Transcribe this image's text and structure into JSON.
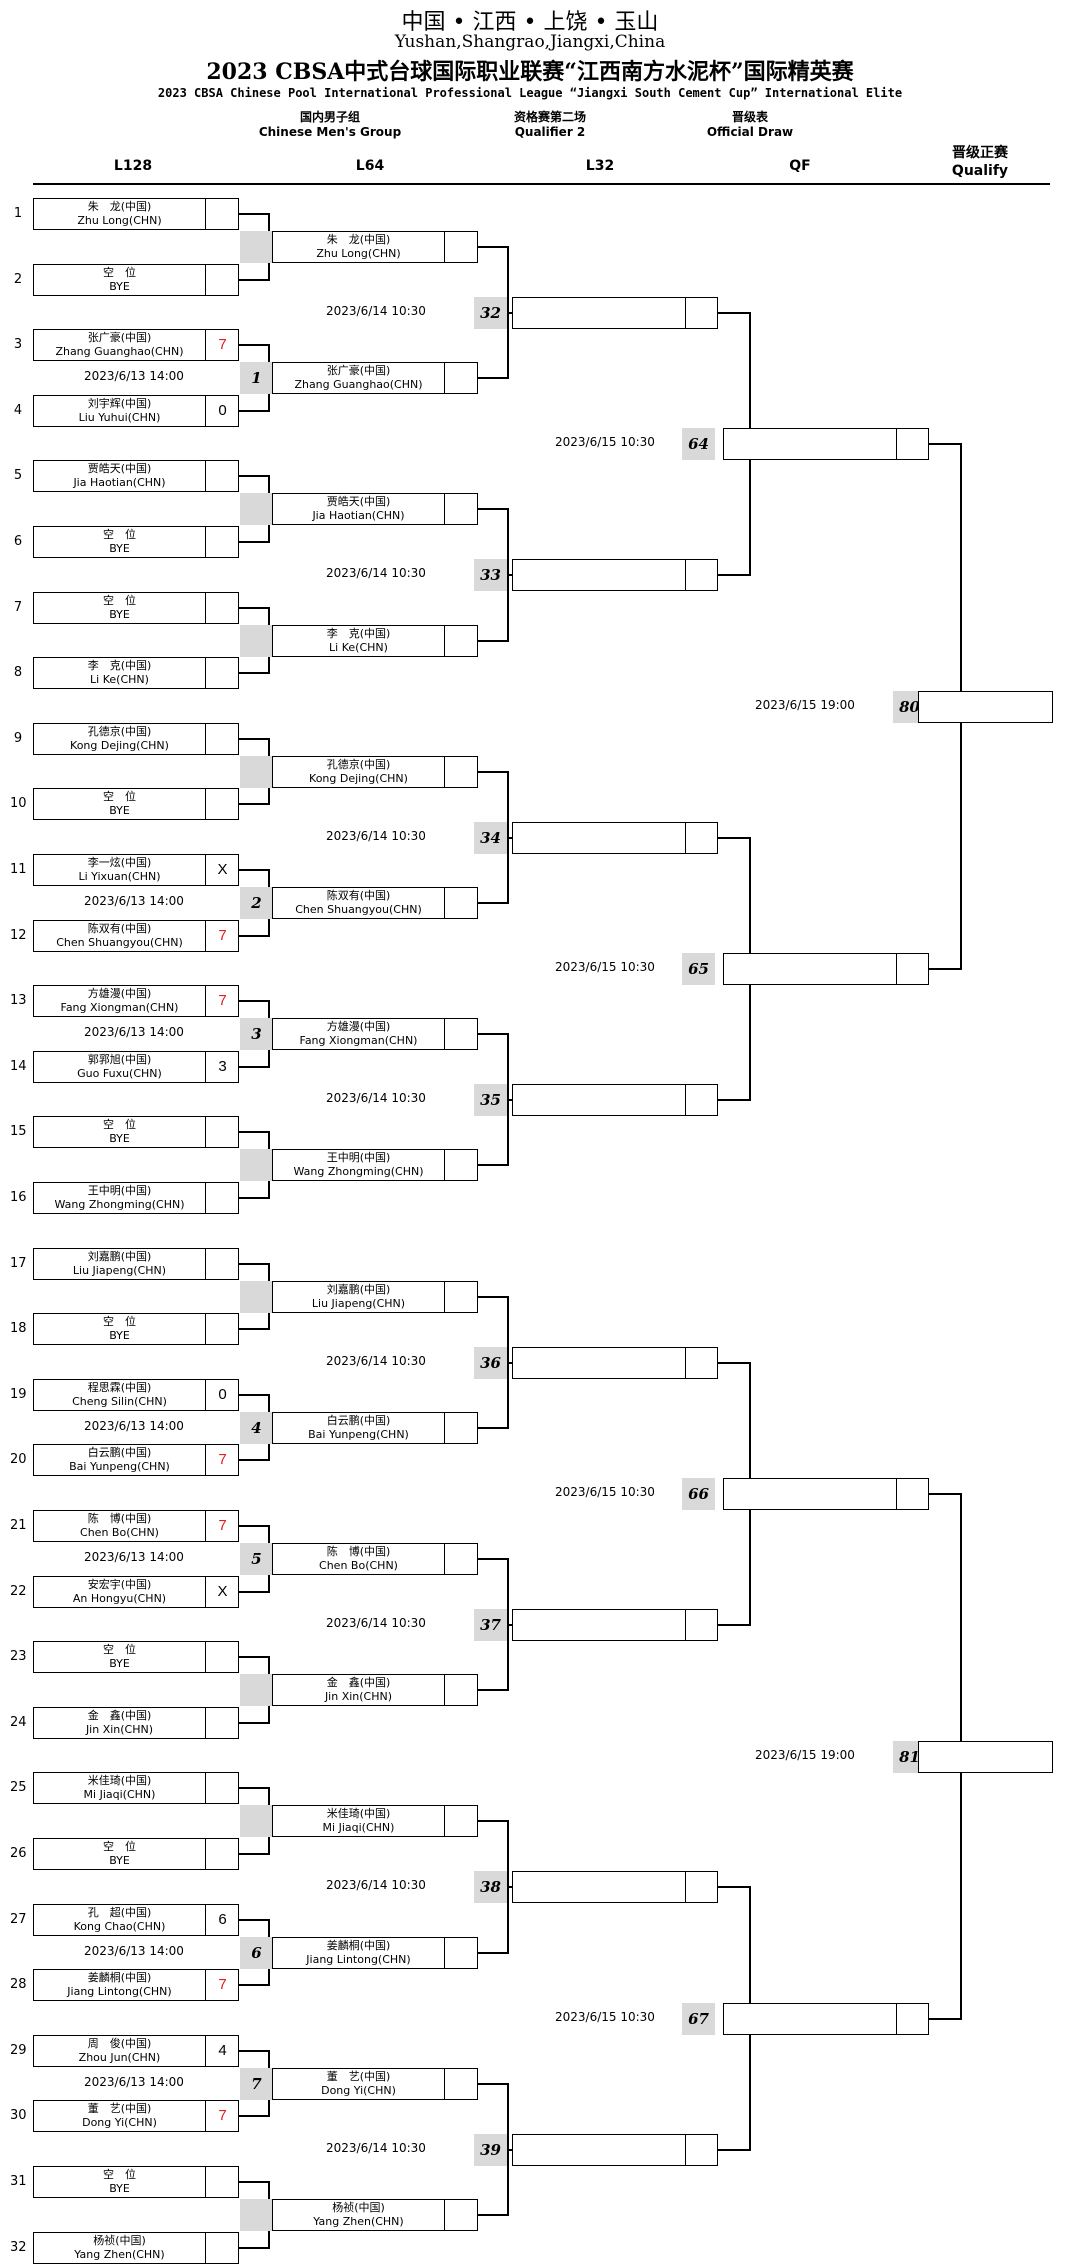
{
  "header": {
    "line1": "中国 • 江西 • 上饶 • 玉山",
    "line2": "Yushan,Shangrao,Jiangxi,China",
    "line3": "2023 CBSA中式台球国际职业联赛“江西南方水泥杯”国际精英赛",
    "line4": "2023 CBSA Chinese Pool International Professional League “Jiangxi South Cement Cup” International Elite",
    "group_cn": "国内男子组",
    "group_en": "Chinese Men's Group",
    "qual_cn": "资格赛第二场",
    "qual_en": "Qualifier 2",
    "draw_cn": "晋级表",
    "draw_en": "Official Draw"
  },
  "columns": {
    "l128": "L128",
    "l64": "L64",
    "l32": "L32",
    "qf": "QF",
    "qualify_cn": "晋级正赛",
    "qualify_en": "Qualify"
  },
  "l128": [
    {
      "num": "1",
      "cn": "朱　龙(中国)",
      "en": "Zhu Long(CHN)",
      "score": ""
    },
    {
      "num": "2",
      "cn": "空　位",
      "en": "BYE",
      "score": ""
    },
    {
      "num": "3",
      "cn": "张广豪(中国)",
      "en": "Zhang Guanghao(CHN)",
      "score": "7",
      "win": true
    },
    {
      "num": "4",
      "cn": "刘宇辉(中国)",
      "en": "Liu Yuhui(CHN)",
      "score": "0"
    },
    {
      "num": "5",
      "cn": "贾皓天(中国)",
      "en": "Jia Haotian(CHN)",
      "score": ""
    },
    {
      "num": "6",
      "cn": "空　位",
      "en": "BYE",
      "score": ""
    },
    {
      "num": "7",
      "cn": "空　位",
      "en": "BYE",
      "score": ""
    },
    {
      "num": "8",
      "cn": "李　克(中国)",
      "en": "Li Ke(CHN)",
      "score": ""
    },
    {
      "num": "9",
      "cn": "孔德京(中国)",
      "en": "Kong Dejing(CHN)",
      "score": ""
    },
    {
      "num": "10",
      "cn": "空　位",
      "en": "BYE",
      "score": ""
    },
    {
      "num": "11",
      "cn": "李一炫(中国)",
      "en": "Li Yixuan(CHN)",
      "score": "X"
    },
    {
      "num": "12",
      "cn": "陈双有(中国)",
      "en": "Chen Shuangyou(CHN)",
      "score": "7",
      "win": true
    },
    {
      "num": "13",
      "cn": "方雄漫(中国)",
      "en": "Fang Xiongman(CHN)",
      "score": "7",
      "win": true
    },
    {
      "num": "14",
      "cn": "郭郛旭(中国)",
      "en": "Guo Fuxu(CHN)",
      "score": "3"
    },
    {
      "num": "15",
      "cn": "空　位",
      "en": "BYE",
      "score": ""
    },
    {
      "num": "16",
      "cn": "王中明(中国)",
      "en": "Wang Zhongming(CHN)",
      "score": ""
    },
    {
      "num": "17",
      "cn": "刘嘉鹏(中国)",
      "en": "Liu Jiapeng(CHN)",
      "score": ""
    },
    {
      "num": "18",
      "cn": "空　位",
      "en": "BYE",
      "score": ""
    },
    {
      "num": "19",
      "cn": "程思霖(中国)",
      "en": "Cheng Silin(CHN)",
      "score": "0"
    },
    {
      "num": "20",
      "cn": "白云鹏(中国)",
      "en": "Bai Yunpeng(CHN)",
      "score": "7",
      "win": true
    },
    {
      "num": "21",
      "cn": "陈　博(中国)",
      "en": "Chen Bo(CHN)",
      "score": "7",
      "win": true
    },
    {
      "num": "22",
      "cn": "安宏宇(中国)",
      "en": "An Hongyu(CHN)",
      "score": "X"
    },
    {
      "num": "23",
      "cn": "空　位",
      "en": "BYE",
      "score": ""
    },
    {
      "num": "24",
      "cn": "金　鑫(中国)",
      "en": "Jin Xin(CHN)",
      "score": ""
    },
    {
      "num": "25",
      "cn": "米佳琦(中国)",
      "en": "Mi Jiaqi(CHN)",
      "score": ""
    },
    {
      "num": "26",
      "cn": "空　位",
      "en": "BYE",
      "score": ""
    },
    {
      "num": "27",
      "cn": "孔　超(中国)",
      "en": "Kong Chao(CHN)",
      "score": "6"
    },
    {
      "num": "28",
      "cn": "姜麟桐(中国)",
      "en": "Jiang Lintong(CHN)",
      "score": "7",
      "win": true
    },
    {
      "num": "29",
      "cn": "周　俊(中国)",
      "en": "Zhou Jun(CHN)",
      "score": "4"
    },
    {
      "num": "30",
      "cn": "董　艺(中国)",
      "en": "Dong Yi(CHN)",
      "score": "7",
      "win": true
    },
    {
      "num": "31",
      "cn": "空　位",
      "en": "BYE",
      "score": ""
    },
    {
      "num": "32",
      "cn": "杨祯(中国)",
      "en": "Yang Zhen(CHN)",
      "score": ""
    }
  ],
  "l128_matches": [
    {
      "num": "",
      "date": ""
    },
    {
      "num": "1",
      "date": "2023/6/13 14:00"
    },
    {
      "num": "",
      "date": ""
    },
    {
      "num": "",
      "date": ""
    },
    {
      "num": "",
      "date": ""
    },
    {
      "num": "2",
      "date": "2023/6/13 14:00"
    },
    {
      "num": "3",
      "date": "2023/6/13 14:00"
    },
    {
      "num": "",
      "date": ""
    },
    {
      "num": "",
      "date": ""
    },
    {
      "num": "4",
      "date": "2023/6/13 14:00"
    },
    {
      "num": "5",
      "date": "2023/6/13 14:00"
    },
    {
      "num": "",
      "date": ""
    },
    {
      "num": "",
      "date": ""
    },
    {
      "num": "6",
      "date": "2023/6/13 14:00"
    },
    {
      "num": "7",
      "date": "2023/6/13 14:00"
    },
    {
      "num": "",
      "date": ""
    }
  ],
  "l64": [
    {
      "cn": "朱　龙(中国)",
      "en": "Zhu Long(CHN)"
    },
    {
      "cn": "张广豪(中国)",
      "en": "Zhang Guanghao(CHN)"
    },
    {
      "cn": "贾皓天(中国)",
      "en": "Jia Haotian(CHN)"
    },
    {
      "cn": "李　克(中国)",
      "en": "Li Ke(CHN)"
    },
    {
      "cn": "孔德京(中国)",
      "en": "Kong Dejing(CHN)"
    },
    {
      "cn": "陈双有(中国)",
      "en": "Chen Shuangyou(CHN)"
    },
    {
      "cn": "方雄漫(中国)",
      "en": "Fang Xiongman(CHN)"
    },
    {
      "cn": "王中明(中国)",
      "en": "Wang Zhongming(CHN)"
    },
    {
      "cn": "刘嘉鹏(中国)",
      "en": "Liu Jiapeng(CHN)"
    },
    {
      "cn": "白云鹏(中国)",
      "en": "Bai Yunpeng(CHN)"
    },
    {
      "cn": "陈　博(中国)",
      "en": "Chen Bo(CHN)"
    },
    {
      "cn": "金　鑫(中国)",
      "en": "Jin Xin(CHN)"
    },
    {
      "cn": "米佳琦(中国)",
      "en": "Mi Jiaqi(CHN)"
    },
    {
      "cn": "姜麟桐(中国)",
      "en": "Jiang Lintong(CHN)"
    },
    {
      "cn": "董　艺(中国)",
      "en": "Dong Yi(CHN)"
    },
    {
      "cn": "杨祯(中国)",
      "en": "Yang Zhen(CHN)"
    }
  ],
  "l64_matches": [
    {
      "num": "32",
      "date": "2023/6/14 10:30"
    },
    {
      "num": "33",
      "date": "2023/6/14 10:30"
    },
    {
      "num": "34",
      "date": "2023/6/14 10:30"
    },
    {
      "num": "35",
      "date": "2023/6/14 10:30"
    },
    {
      "num": "36",
      "date": "2023/6/14 10:30"
    },
    {
      "num": "37",
      "date": "2023/6/14 10:30"
    },
    {
      "num": "38",
      "date": "2023/6/14 10:30"
    },
    {
      "num": "39",
      "date": "2023/6/14 10:30"
    }
  ],
  "l32_matches": [
    {
      "num": "64",
      "date": "2023/6/15 10:30"
    },
    {
      "num": "65",
      "date": "2023/6/15 10:30"
    },
    {
      "num": "66",
      "date": "2023/6/15 10:30"
    },
    {
      "num": "67",
      "date": "2023/6/15 10:30"
    }
  ],
  "qf_matches": [
    {
      "num": "80",
      "date": "2023/6/15 19:00"
    },
    {
      "num": "81",
      "date": "2023/6/15 19:00"
    }
  ]
}
